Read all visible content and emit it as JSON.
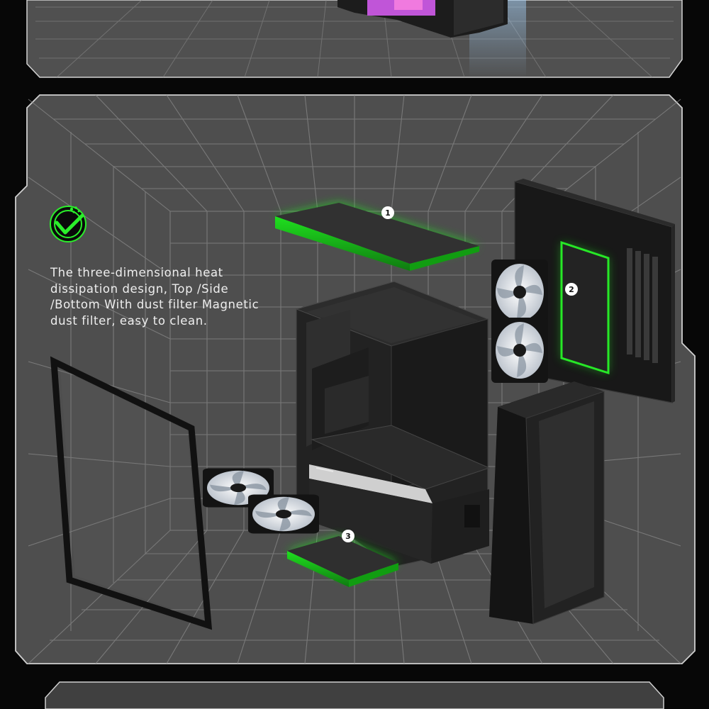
{
  "feature": {
    "icon": "fan-check-icon",
    "description_lines": [
      "The three-dimensional heat",
      "dissipation design, Top /Side",
      "/Bottom With dust filter Magnetic",
      "dust filter, easy to clean."
    ]
  },
  "markers": [
    {
      "label": "1",
      "name": "top-dust-filter-callout"
    },
    {
      "label": "2",
      "name": "side-dust-filter-callout"
    },
    {
      "label": "3",
      "name": "bottom-dust-filter-callout"
    }
  ],
  "colors": {
    "page_background": "#070707",
    "panel_background": "#4e4e4e",
    "panel_border": "#cfcfcf",
    "grid_line": "#8c8c8c",
    "accent_green": "#2bef2b",
    "case_body": "#222222",
    "text": "#eeeeee"
  }
}
